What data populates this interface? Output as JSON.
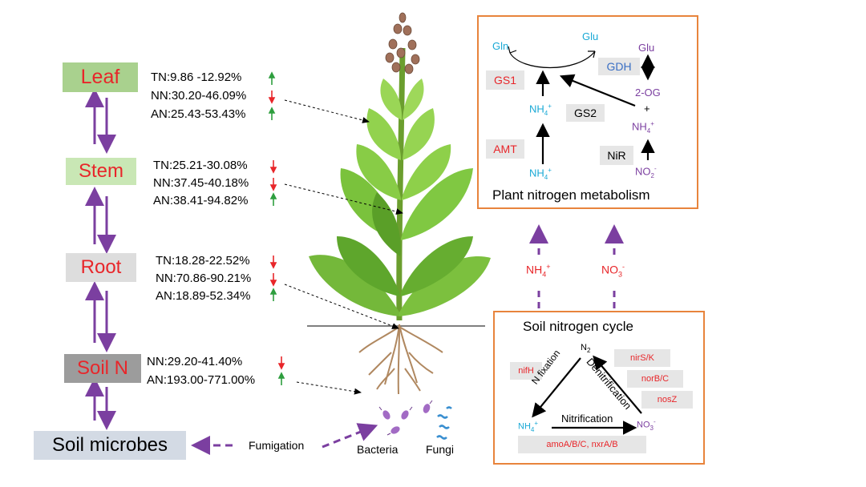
{
  "organs": {
    "leaf": "Leaf",
    "stem": "Stem",
    "root": "Root",
    "soil_n": "Soil N",
    "soil_microbes": "Soil microbes"
  },
  "stats": {
    "leaf": [
      "TN:9.86 -12.92%",
      "NN:30.20-46.09%",
      "AN:25.43-53.43%"
    ],
    "stem": [
      "TN:25.21-30.08%",
      "NN:37.45-40.18%",
      "AN:38.41-94.82%"
    ],
    "root": [
      "TN:18.28-22.52%",
      "NN:70.86-90.21%",
      "AN:18.89-52.34%"
    ],
    "soil": [
      "NN:29.20-41.40%",
      "AN:193.00-771.00%"
    ]
  },
  "colors": {
    "increase": "#2e9e3e",
    "decrease": "#e8262a",
    "purple": "#7b3fa0",
    "orange_border": "#e8843c",
    "cyan": "#1aa9d6",
    "red": "#e8262a"
  },
  "fumigation": "Fumigation",
  "microbes": {
    "bacteria": "Bacteria",
    "fungi": "Fungi"
  },
  "plant_box": {
    "title": "Plant nitrogen metabolism",
    "gln": "Gln",
    "glu_left": "Glu",
    "glu_right": "Glu",
    "gdh": "GDH",
    "gs1": "GS1",
    "two_og": "2-OG",
    "plus": "+",
    "gs2": "GS2",
    "amt": "AMT",
    "nir": "NiR",
    "nh4_mid": "NH",
    "nh4_bottom": "NH",
    "nh4_right": "NH",
    "no2": "NO",
    "sub_4": "4",
    "sub_2": "2",
    "sup_plus": "+",
    "sup_minus": "-"
  },
  "soil_box": {
    "title": "Soil nitrogen cycle",
    "n2": "N",
    "sub_2": "2",
    "nifh": "nifH",
    "n_fixation": "N fixation",
    "denitrification": "Denitrification",
    "nitrification": "Nitrification",
    "nirs": "nirS/K",
    "norb": "norB/C",
    "nosz": "nosZ",
    "amoa": "amoA/B/C, nxrA/B",
    "nh4": "NH",
    "no3": "NO",
    "sub_4": "4",
    "sub_3": "3",
    "sup_plus": "+",
    "sup_minus": "-"
  },
  "uptake": {
    "nh4": "NH",
    "no3": "NO",
    "sub_4": "4",
    "sub_3": "3",
    "sup_plus": "+",
    "sup_minus": "-"
  },
  "icons": {
    "increase": "green-up-arrow-icon",
    "decrease": "red-down-arrow-icon"
  }
}
